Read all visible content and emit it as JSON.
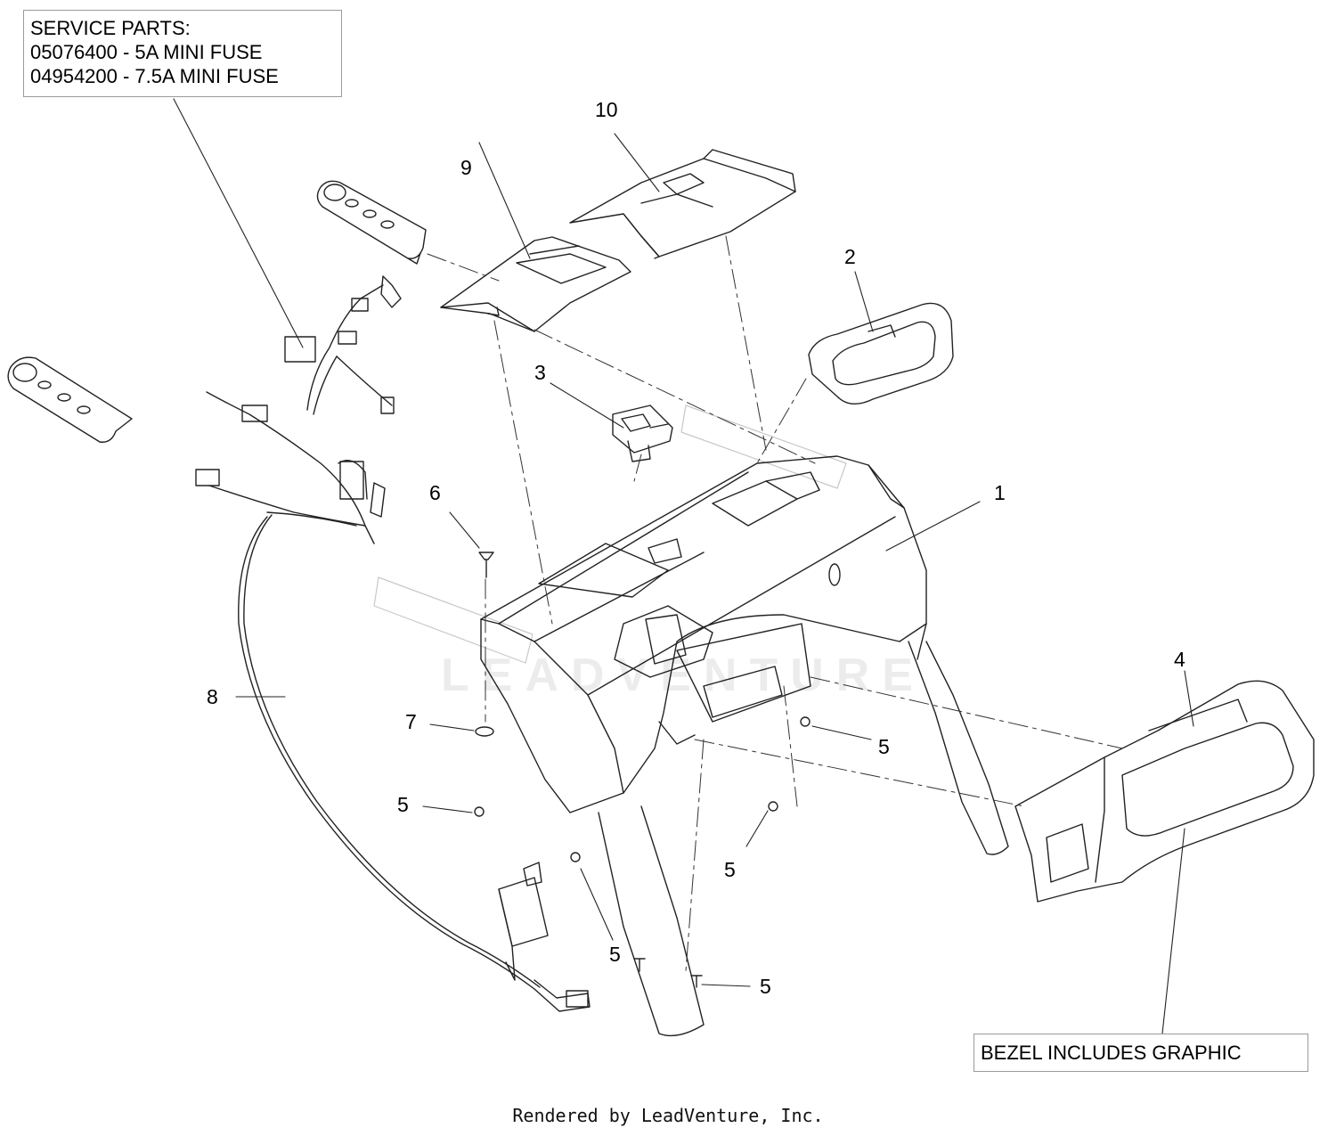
{
  "service_parts": {
    "heading": "SERVICE PARTS:",
    "items": [
      "05076400 - 5A MINI FUSE",
      "04954200 - 7.5A MINI FUSE"
    ]
  },
  "callouts": {
    "c1": "1",
    "c2": "2",
    "c3": "3",
    "c4": "4",
    "c5": "5",
    "c6": "6",
    "c7": "7",
    "c8": "8",
    "c9": "9",
    "c10": "10"
  },
  "bezel_note": "BEZEL INCLUDES GRAPHIC",
  "watermark": "LEADVENTURE",
  "footer": "Rendered by LeadVenture, Inc."
}
